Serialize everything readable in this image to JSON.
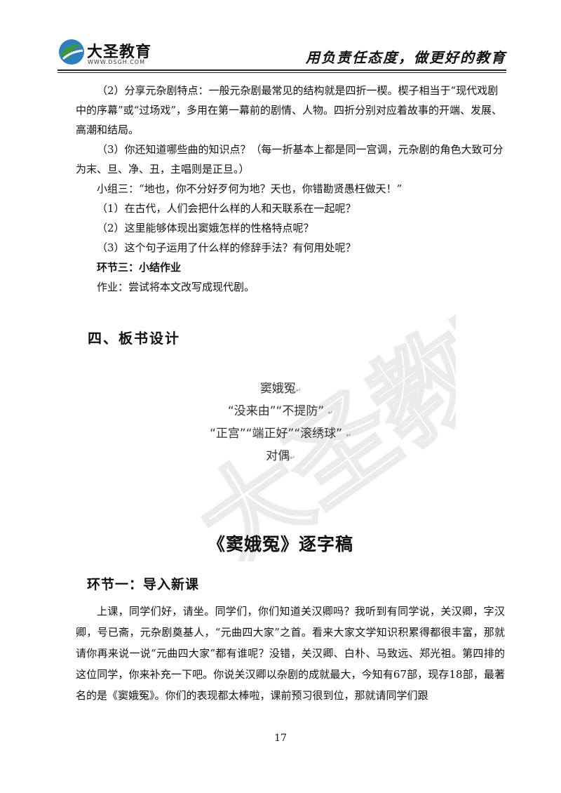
{
  "header": {
    "logo_name": "大圣教育",
    "logo_url": "WWW.DSGH.COM",
    "slogan": "用负责任态度，做更好的教育",
    "brand_color": "#3a9a3a"
  },
  "section_top": {
    "para1": "（2）分享元杂剧特点：一般元杂剧最常见的结构就是四折一楔。楔子相当于“现代戏剧中的序幕”或“过场戏”，多用在第一幕前的剧情、人物。四折分别对应着故事的开端、发展、高潮和结局。",
    "para2": "（3）你还知道哪些曲的知识点？（每一折基本上都是同一宫调，元杂剧的角色大致可分为末、旦、净、丑，主唱则是正旦。）",
    "line1": "小组三：“地也，你不分好歹何为地？天也，你错勘贤愚枉做天！”",
    "line2": "（1）在古代，人们会把什么样的人和天联系在一起呢？",
    "line3": "（2）这里能够体现出窦娥怎样的性格特点呢？",
    "line4": "（3）这个句子运用了什么样的修辞手法？有何用处呢？",
    "heading3": "环节三：小结作业",
    "homework": "作业：尝试将本文改写成现代剧。"
  },
  "section4_title": "四、板书设计",
  "board": {
    "l1": "窦娥冤",
    "l2": "“没来由”“不提防”",
    "l3": "“正宫”“端正好”“滚绣球”",
    "l4": "对偶",
    "mark": "↵"
  },
  "doc_title": "《窦娥冤》逐字稿",
  "sec1_title": "环节一：导入新课",
  "intro": "上课，同学们好，请坐。同学们，你们知道关汉卿吗？我听到有同学说，关汉卿，字汉卿，号已斋，元杂剧奠基人，“元曲四大家”之首。看来大家文学知识积累得都很丰富，那就请你再来说一说“元曲四大家”都有谁呢？没错，关汉卿、白朴、马致远、郑光祖。第四排的这位同学，你来补充一下吧。你说关汉卿以杂剧的成就最大，今知有67部，现存18部，最著名的是《窦娥冤》。你们的表现都太棒啦，课前预习很到位，那就请同学们跟",
  "page_number": "17",
  "watermark_text": "大圣教育"
}
